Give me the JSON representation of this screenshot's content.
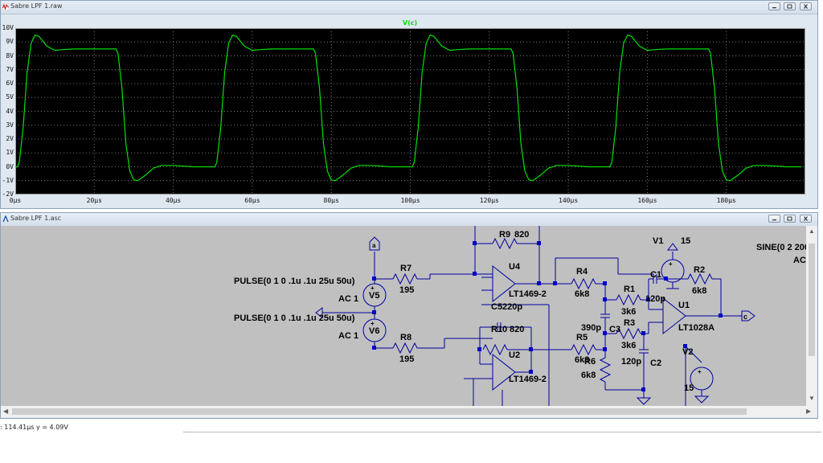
{
  "plot_window": {
    "title": "Sabre LPF 1.raw",
    "trace_label": "V(c)",
    "y_ticks": [
      "10V",
      "9V",
      "8V",
      "7V",
      "6V",
      "5V",
      "4V",
      "3V",
      "2V",
      "1V",
      "0V",
      "-1V",
      "-2V"
    ],
    "x_ticks": [
      "0µs",
      "20µs",
      "40µs",
      "60µs",
      "80µs",
      "100µs",
      "120µs",
      "140µs",
      "160µs",
      "180µs"
    ],
    "trace_color": "#00e000",
    "background": "#000000"
  },
  "chart_data": {
    "type": "line",
    "title": "",
    "xlabel": "",
    "ylabel": "",
    "xlim": [
      0,
      200
    ],
    "ylim": [
      -2,
      10
    ],
    "grid": true,
    "series": [
      {
        "name": "V(c)",
        "x": [
          0,
          0.5,
          1,
          2,
          3,
          4,
          5,
          6,
          8,
          10,
          12,
          15,
          20,
          24,
          25,
          25.5,
          26,
          27,
          28,
          29,
          30,
          31,
          33,
          35,
          37,
          40,
          45,
          49
        ],
        "y": [
          0,
          0,
          0.3,
          2.8,
          6.8,
          8.9,
          9.5,
          9.4,
          8.7,
          8.4,
          8.45,
          8.5,
          8.5,
          8.5,
          8.5,
          8.5,
          8.2,
          5.7,
          1.7,
          -0.3,
          -0.95,
          -1,
          -0.6,
          -0.1,
          0.1,
          0.1,
          0,
          0
        ]
      }
    ],
    "period": 50,
    "x_max_visible": 200
  },
  "schem_window": {
    "title": "Sabre LPF 1.asc",
    "labels": {
      "pulse1": "PULSE(0 1 0 .1u .1u 25u 50u)",
      "ac1": "AC 1",
      "v5": "V5",
      "pulse2": "PULSE(0 1 0 .1u .1u 25u 50u)",
      "ac2": "AC 1",
      "v6": "V6",
      "r7": "R7",
      "r7v": "195",
      "r8": "R8",
      "r8v": "195",
      "r9": "R9",
      "r9v": "820",
      "u4": "U4",
      "lt1": "LT1469-2",
      "c5": "C5",
      "c5v": "220p",
      "r10": "R10",
      "r10v": "820",
      "u2": "U2",
      "lt2": "LT1469-2",
      "r4": "R4",
      "r4v": "6k8",
      "r5": "R5",
      "r5v": "6k8",
      "r6": "R6",
      "r6v": "6k8",
      "c3": "C3",
      "c3v": "390p",
      "r1": "R1",
      "r1v": "3k6",
      "r3": "R3",
      "r3v": "3k6",
      "c1": "C1",
      "c1v": "120p",
      "c2": "C2",
      "c2v": "120p",
      "u1": "U1",
      "lt3": "LT1028A",
      "r2": "R2",
      "r2v": "6k8",
      "v1": "V1",
      "v1v": "15",
      "v2": "V2",
      "v2v": "15",
      "sine": "SINE(0 2 200",
      "ac_r": "AC",
      "net_a": "a",
      "net_c": "c"
    }
  },
  "status": {
    "text": ": 114.41µs   y = 4.09V"
  }
}
